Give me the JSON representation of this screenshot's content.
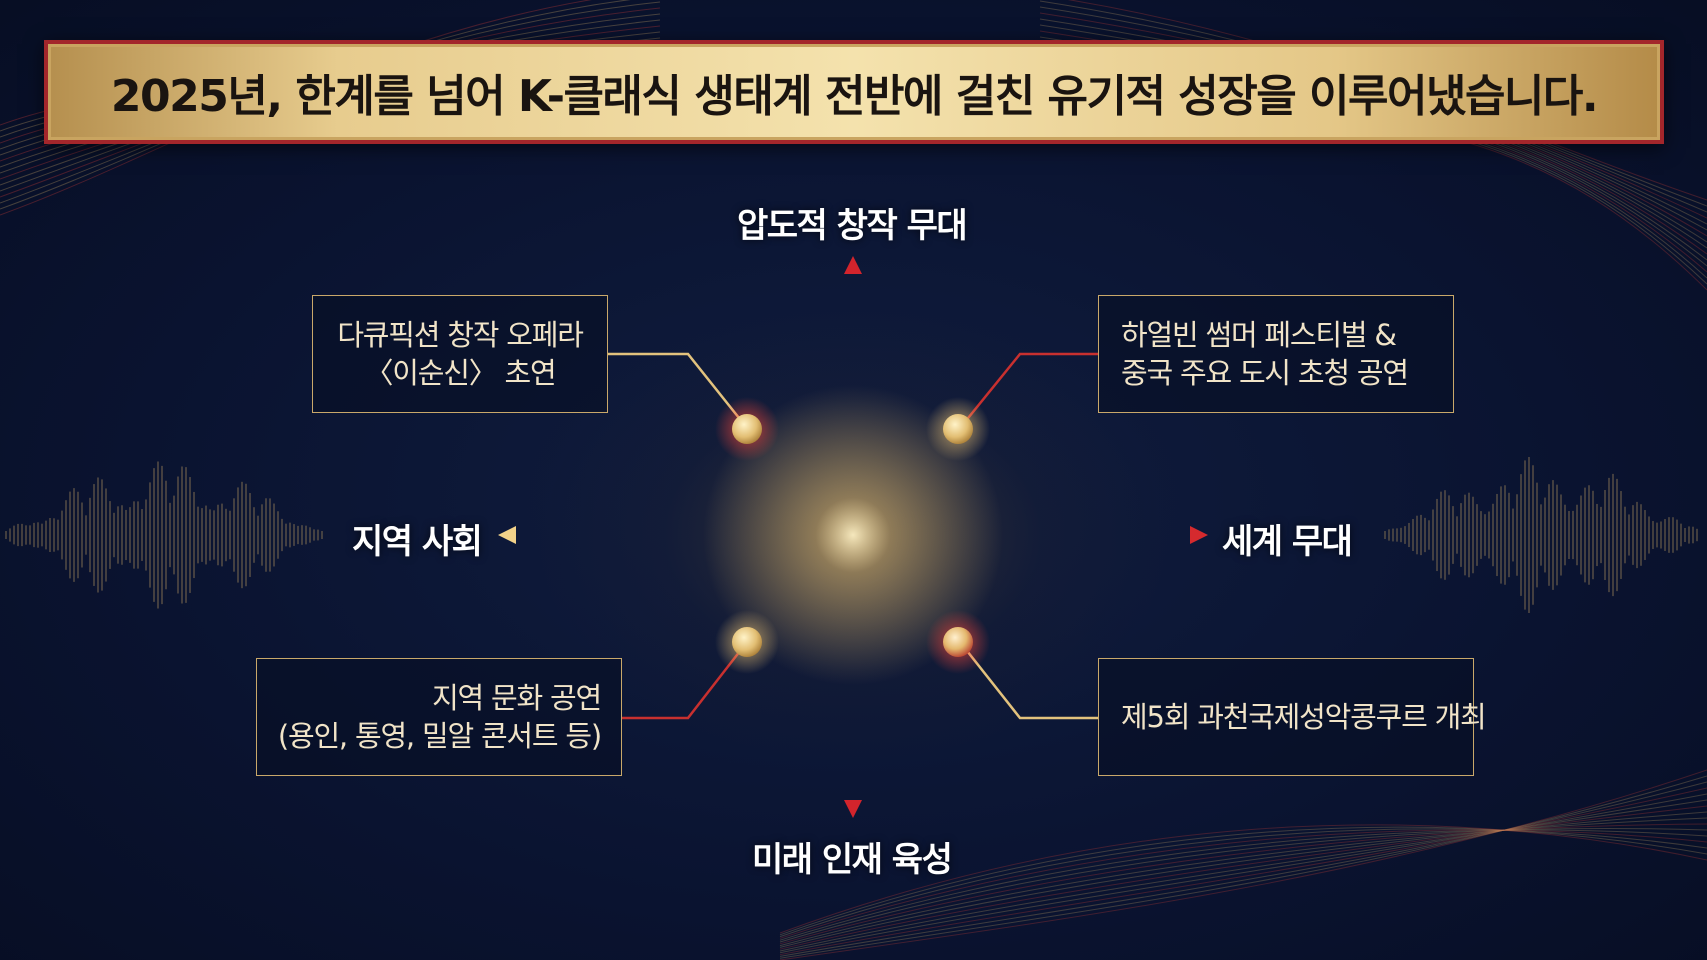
{
  "header": {
    "title": "2025년, 한계를 넘어 K-클래식 생태계 전반에 걸친 유기적 성장을 이루어냈습니다."
  },
  "axes": {
    "top": "압도적 창작 무대",
    "bottom": "미래 인재 육성",
    "left": "지역 사회",
    "right": "세계 무대"
  },
  "quadrants": {
    "top_left": {
      "lines": [
        "다큐픽션 창작 오페라",
        "〈이순신〉 초연"
      ]
    },
    "top_right": {
      "lines": [
        "하얼빈 썸머 페스티벌 &",
        "중국 주요 도시 초청 공연"
      ]
    },
    "bottom_left": {
      "lines": [
        "지역 문화 공연",
        "(용인, 통영, 밀알 콘서트 등)"
      ]
    },
    "bottom_right": {
      "lines": [
        "제5회 과천국제성악콩쿠르 개최"
      ]
    }
  },
  "colors": {
    "gold": "#e6c77f",
    "red": "#c8262e",
    "background": "#0b1430"
  }
}
